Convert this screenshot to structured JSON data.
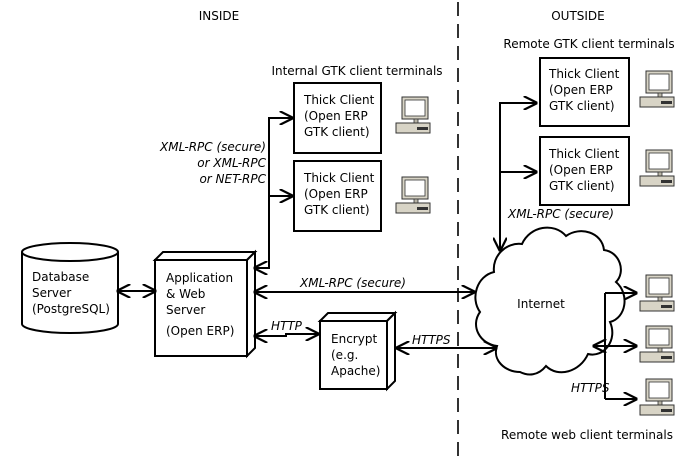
{
  "regions": {
    "inside": "INSIDE",
    "outside": "OUTSIDE"
  },
  "groups": {
    "internal_gtk": "Internal GTK client terminals",
    "remote_gtk": "Remote GTK client terminals",
    "remote_web": "Remote web client terminals"
  },
  "database": {
    "line1": "Database",
    "line2": "Server",
    "line3": "(PostgreSQL)"
  },
  "app_server": {
    "line1": "Application",
    "line2": "& Web",
    "line3": "Server",
    "line4": "(Open ERP)"
  },
  "encrypt": {
    "line1": "Encrypt",
    "line2": "(e.g.",
    "line3": "Apache)"
  },
  "thick_client": {
    "line1": "Thick Client",
    "line2": "(Open ERP",
    "line3": "GTK client)"
  },
  "internet": "Internet",
  "protocols": {
    "internal_line1": "XML-RPC (secure)",
    "internal_line2": "or XML-RPC",
    "internal_line3": "or NET-RPC",
    "remote_gtk": "XML-RPC (secure)",
    "app_internet": "XML-RPC (secure)",
    "http": "HTTP",
    "https_encrypt": "HTTPS",
    "https_web": "HTTPS"
  }
}
